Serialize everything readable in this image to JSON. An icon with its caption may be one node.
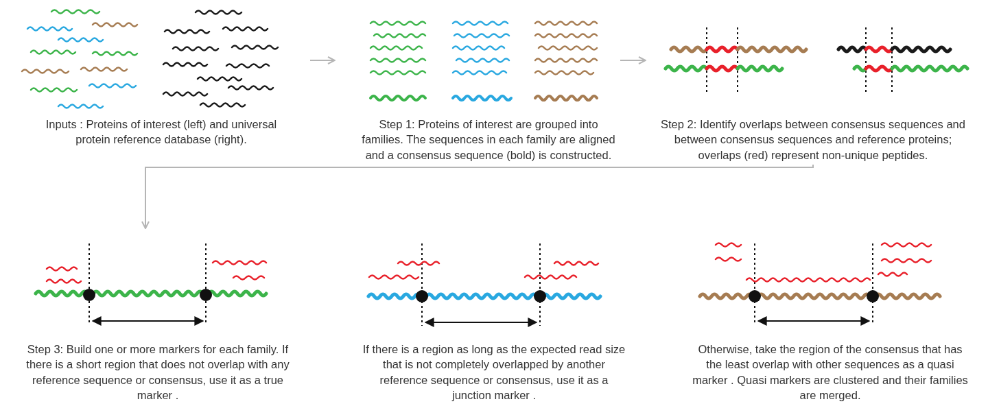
{
  "diagram": {
    "nodes": [
      {
        "text": [
          "Inputs : Proteins of interest (left) and universal protein reference database (right)."
        ]
      },
      {
        "text": [
          "Step 1: Proteins of interest are grouped into families. The sequences in each family are aligned and a consensus sequence (bold) is constructed."
        ]
      },
      {
        "text": [
          "Step 2: Identify overlaps between consensus sequences and between consensus sequences and reference proteins; overlaps (red) represent non-unique peptides."
        ]
      },
      {
        "text": [
          "Step 3: Build one or more markers for each family. If there is a short region that does not overlap with any reference sequence or consensus, use it as a true marker ."
        ]
      },
      {
        "text": [
          "If there is a region as long as the expected read size that is not completely overlapped by another reference sequence or consensus, use it as a junction marker ."
        ]
      },
      {
        "text": [
          "Otherwise, take the region of the consensus that has the least overlap with other sequences as a quasi marker . Quasi markers are clustered and their families are merged."
        ]
      }
    ],
    "edges": [
      {
        "from": 0,
        "to": 1,
        "arrow": "to"
      },
      {
        "from": 1,
        "to": 2,
        "arrow": "to"
      },
      {
        "from": 2,
        "to": 3,
        "arrow": "to"
      }
    ]
  }
}
